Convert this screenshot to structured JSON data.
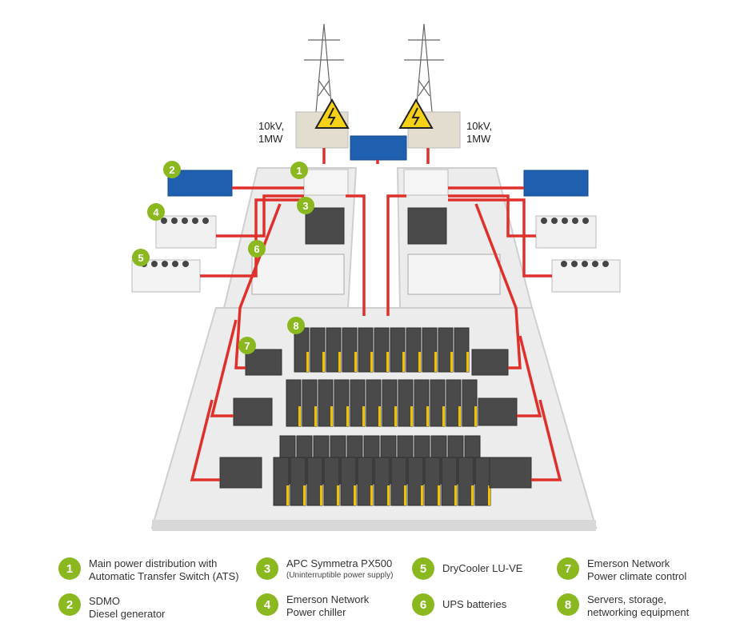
{
  "voltage_labels": [
    {
      "line1": "10kV,",
      "line2": "1MW"
    },
    {
      "line1": "10kV,",
      "line2": "1MW"
    }
  ],
  "diagram_badges": [
    "1",
    "2",
    "3",
    "4",
    "5",
    "6",
    "7",
    "8"
  ],
  "legend": [
    {
      "num": "1",
      "line1": "Main power distribution with",
      "line2": "Automatic Transfer Switch (ATS)",
      "sub": ""
    },
    {
      "num": "2",
      "line1": "SDMO",
      "line2": "Diesel generator",
      "sub": ""
    },
    {
      "num": "3",
      "line1": "APC Symmetra PX500",
      "line2": "",
      "sub": "(Uninterruptible power supply)"
    },
    {
      "num": "4",
      "line1": "Emerson Network",
      "line2": "Power chiller",
      "sub": ""
    },
    {
      "num": "5",
      "line1": "DryCooler LU-VE",
      "line2": "",
      "sub": ""
    },
    {
      "num": "6",
      "line1": "UPS batteries",
      "line2": "",
      "sub": ""
    },
    {
      "num": "7",
      "line1": "Emerson Network",
      "line2": "Power climate control",
      "sub": ""
    },
    {
      "num": "8",
      "line1": "Servers, storage,",
      "line2": "networking equipment",
      "sub": ""
    }
  ],
  "colors": {
    "badge": "#8ab81e",
    "pipe": "#e0302b",
    "floor": "#e9e9e9",
    "generator": "#1f5fb0",
    "rack": "#4a4a4a",
    "rack_stripe": "#f2c200"
  }
}
